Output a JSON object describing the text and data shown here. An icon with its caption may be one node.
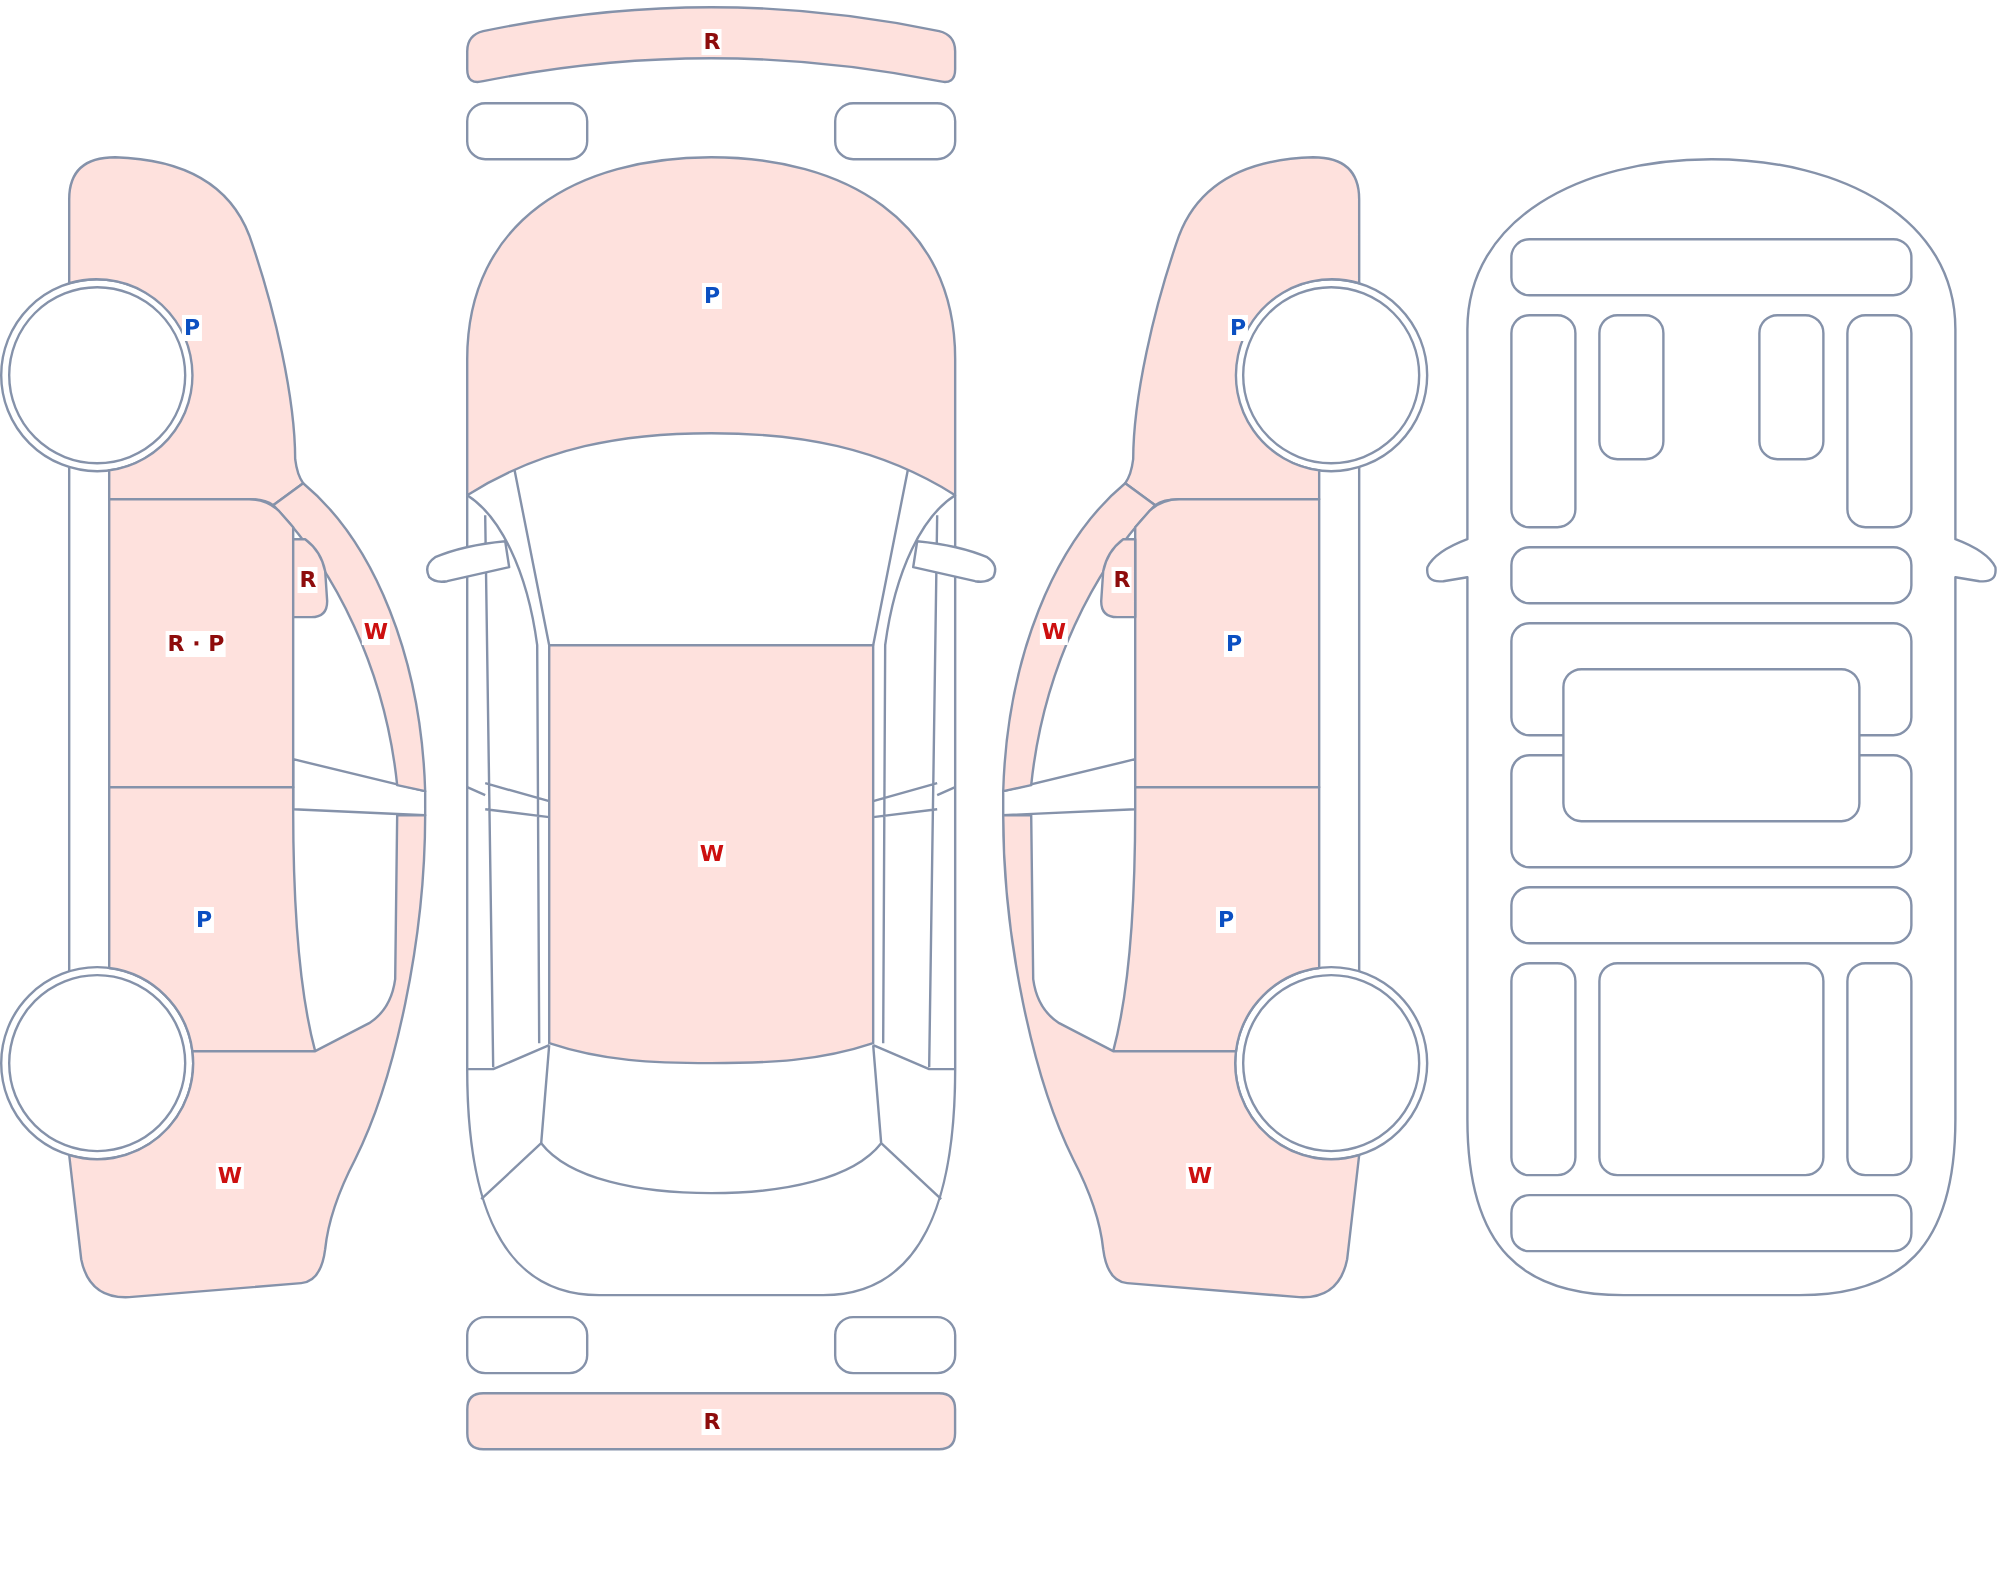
{
  "diagram": {
    "nodes": [
      {
        "text": [
          "P"
        ]
      },
      {
        "text": [
          "R"
        ]
      },
      {
        "text": [
          "W"
        ]
      },
      {
        "text": [
          "R · P"
        ]
      },
      {
        "text": [
          "P"
        ]
      },
      {
        "text": [
          "W"
        ]
      },
      {
        "text": [
          "R"
        ]
      },
      {
        "text": [
          "P"
        ]
      },
      {
        "text": [
          "W"
        ]
      },
      {
        "text": [
          "R"
        ]
      },
      {
        "text": [
          "P"
        ]
      },
      {
        "text": [
          "R"
        ]
      },
      {
        "text": [
          "W"
        ]
      },
      {
        "text": [
          "P"
        ]
      },
      {
        "text": [
          "P"
        ]
      },
      {
        "text": [
          "W"
        ]
      }
    ]
  }
}
